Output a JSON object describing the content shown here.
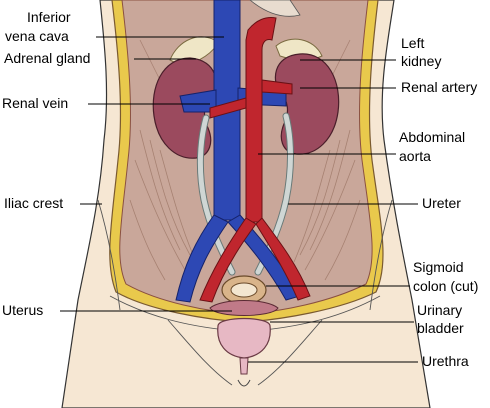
{
  "labels": {
    "inferior_vena_cava_line1": "Inferior",
    "inferior_vena_cava_line2": "vena cava",
    "adrenal_gland": "Adrenal gland",
    "renal_vein": "Renal vein",
    "iliac_crest": "Iliac crest",
    "uterus": "Uterus",
    "left_kidney_line1": "Left",
    "left_kidney_line2": "kidney",
    "renal_artery": "Renal artery",
    "abdominal_aorta_line1": "Abdominal",
    "abdominal_aorta_line2": "aorta",
    "ureter": "Ureter",
    "sigmoid_colon_line1": "Sigmoid",
    "sigmoid_colon_line2": "colon (cut)",
    "urinary_bladder_line1": "Urinary",
    "urinary_bladder_line2": "bladder",
    "urethra": "Urethra"
  },
  "colors": {
    "skin": "#f6e7d3",
    "cavity": "#c9a79a",
    "kidney": "#9b4a5e",
    "vein": "#2d48b4",
    "artery": "#c0262e",
    "ureter": "#cfd6d4",
    "adrenal": "#efe6c6",
    "bladder": "#e7b8c4"
  }
}
